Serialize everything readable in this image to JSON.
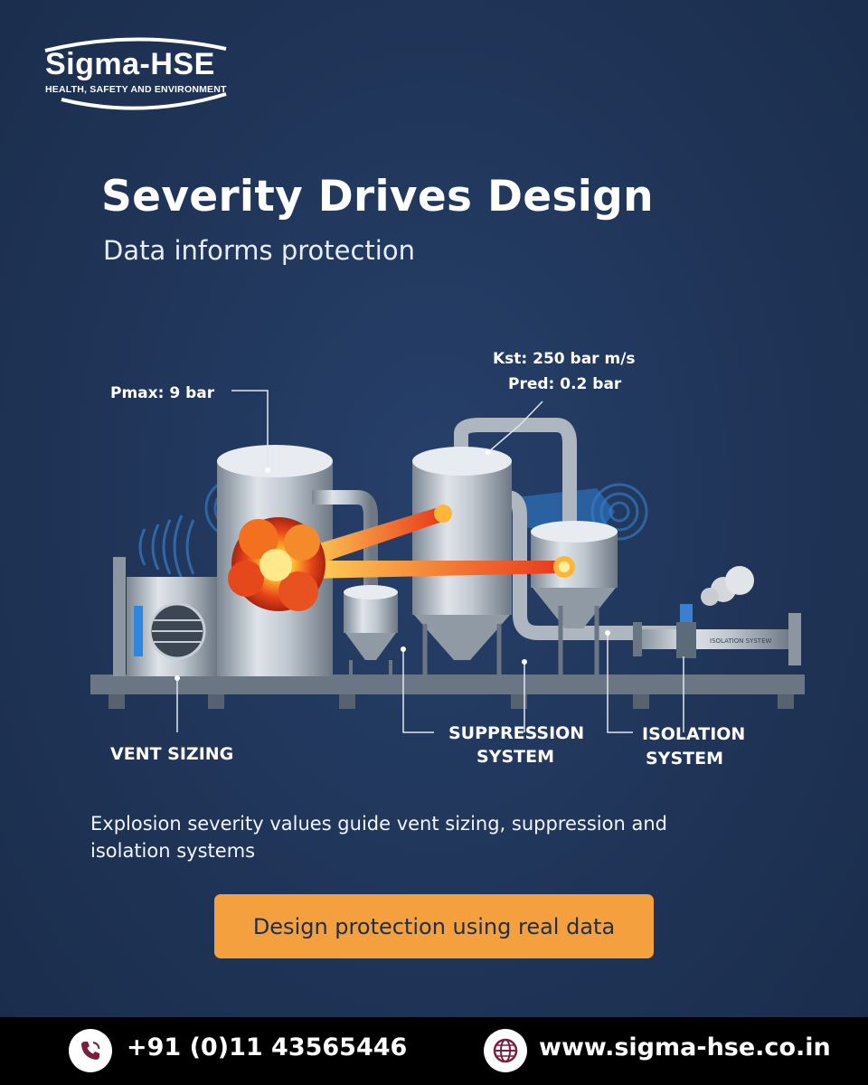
{
  "brand": {
    "name": "Sigma-HSE",
    "tagline": "HEALTH, SAFETY AND ENVIRONMENT"
  },
  "header": {
    "title": "Severity Drives Design",
    "subtitle": "Data informs protection"
  },
  "illustration": {
    "pmax_label": "Pmax: 9 bar",
    "kst_label": "Kst: 250 bar m/s",
    "pred_label": "Pred: 0.2 bar",
    "vent_label": "VENT SIZING",
    "suppression_label_1": "SUPPRESSION",
    "suppression_label_2": "SYSTEM",
    "isolation_label_1": "ISOLATION",
    "isolation_label_2": "SYSTEM",
    "pipe_label": "ISOLATION SYSTEW"
  },
  "body": {
    "text": "Explosion severity values guide vent sizing, suppression and isolation systems"
  },
  "cta": {
    "label": "Design protection using real data"
  },
  "footer": {
    "phone": "+91 (0)11 43565446",
    "website": "www.sigma-hse.co.in",
    "phone_icon": "phone-icon",
    "web_icon": "globe-icon"
  },
  "colors": {
    "background": "#1f3456",
    "cta": "#f4a03e",
    "footer": "#000000",
    "explosion": "#f05a1e"
  }
}
